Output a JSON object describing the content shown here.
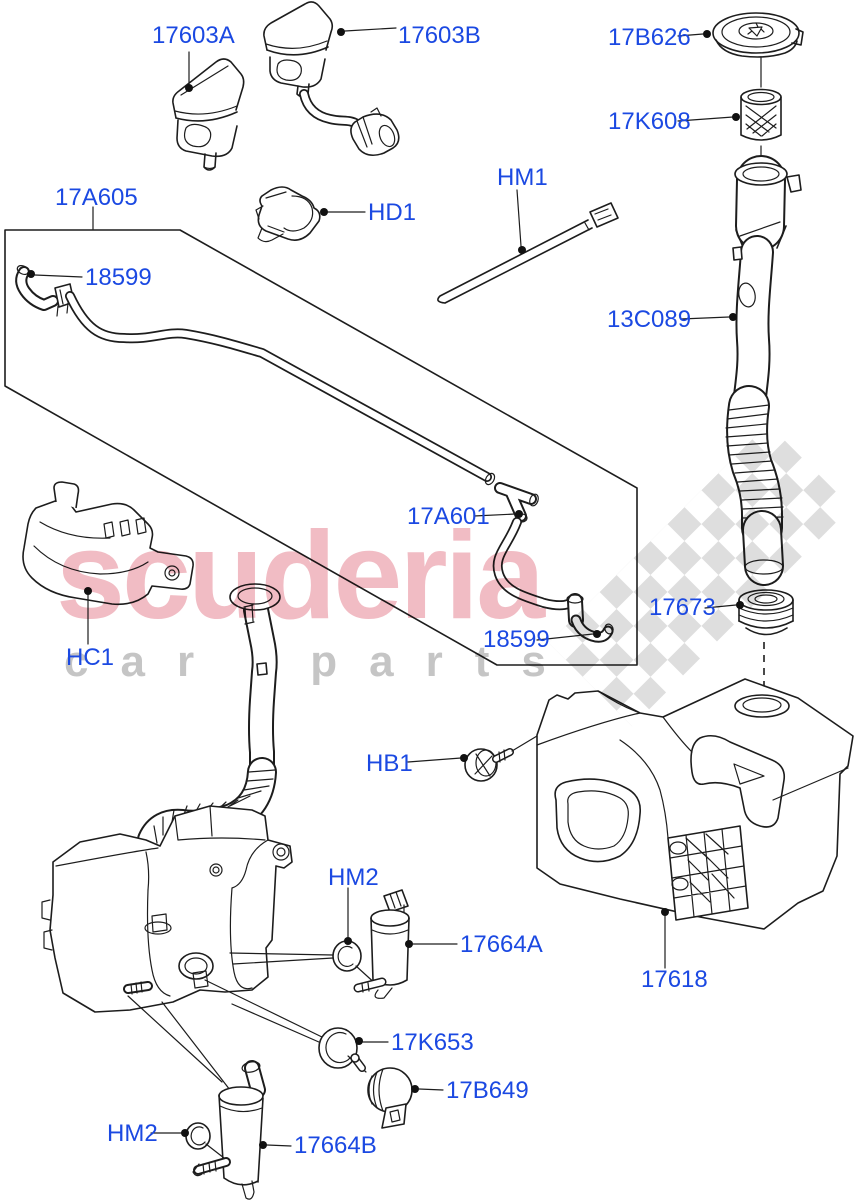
{
  "watermark": {
    "brand": "scuderia",
    "tagline": "car parts",
    "brand_color": "#d0203a",
    "tagline_color": "#6e6e6e"
  },
  "colors": {
    "label_blue": "#1b49e2",
    "line_art": "#1d1d1d",
    "background": "#ffffff"
  },
  "diagram": {
    "type": "exploded-parts-diagram",
    "subject": "windshield washer system",
    "labels": [
      {
        "id": "jet-a",
        "text": "17603A"
      },
      {
        "id": "jet-b",
        "text": "17603B"
      },
      {
        "id": "cap",
        "text": "17B626"
      },
      {
        "id": "filter",
        "text": "17K608"
      },
      {
        "id": "cable-tie",
        "text": "HM1"
      },
      {
        "id": "clip",
        "text": "HD1"
      },
      {
        "id": "hose-kit",
        "text": "17A605"
      },
      {
        "id": "connector-upper",
        "text": "18599"
      },
      {
        "id": "filler-tube",
        "text": "13C089"
      },
      {
        "id": "t-connector",
        "text": "17A601"
      },
      {
        "id": "grommet-tube",
        "text": "17673"
      },
      {
        "id": "connector-lower",
        "text": "18599"
      },
      {
        "id": "bracket",
        "text": "HC1"
      },
      {
        "id": "screw",
        "text": "HB1"
      },
      {
        "id": "grommet-upper",
        "text": "HM2"
      },
      {
        "id": "pump-a",
        "text": "17664A"
      },
      {
        "id": "reservoir",
        "text": "17618"
      },
      {
        "id": "sealing-ring",
        "text": "17K653"
      },
      {
        "id": "level-sensor",
        "text": "17B649"
      },
      {
        "id": "grommet-lower",
        "text": "HM2"
      },
      {
        "id": "pump-b",
        "text": "17664B"
      }
    ]
  }
}
